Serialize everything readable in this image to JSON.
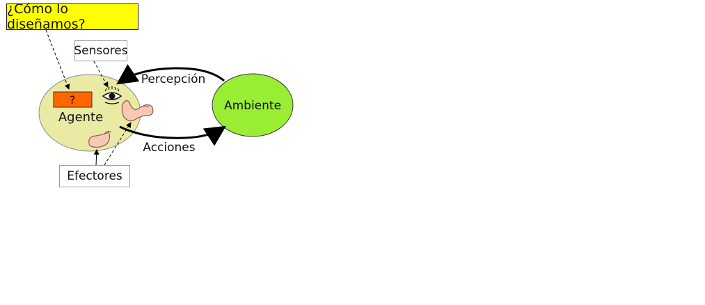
{
  "question": {
    "text": "¿Cómo lo diseñamos?"
  },
  "sensors": {
    "label": "Sensores"
  },
  "effectors": {
    "label": "Efectores"
  },
  "agent": {
    "label": "Agente",
    "unknown_box": "?"
  },
  "environment": {
    "label": "Ambiente"
  },
  "arrows": {
    "perception": "Percepción",
    "actions": "Acciones"
  },
  "colors": {
    "question_bg": "#ffff00",
    "agent_fill": "#eaeaa5",
    "environment_fill": "#99ee33",
    "unknown_box": "#ff6600"
  }
}
